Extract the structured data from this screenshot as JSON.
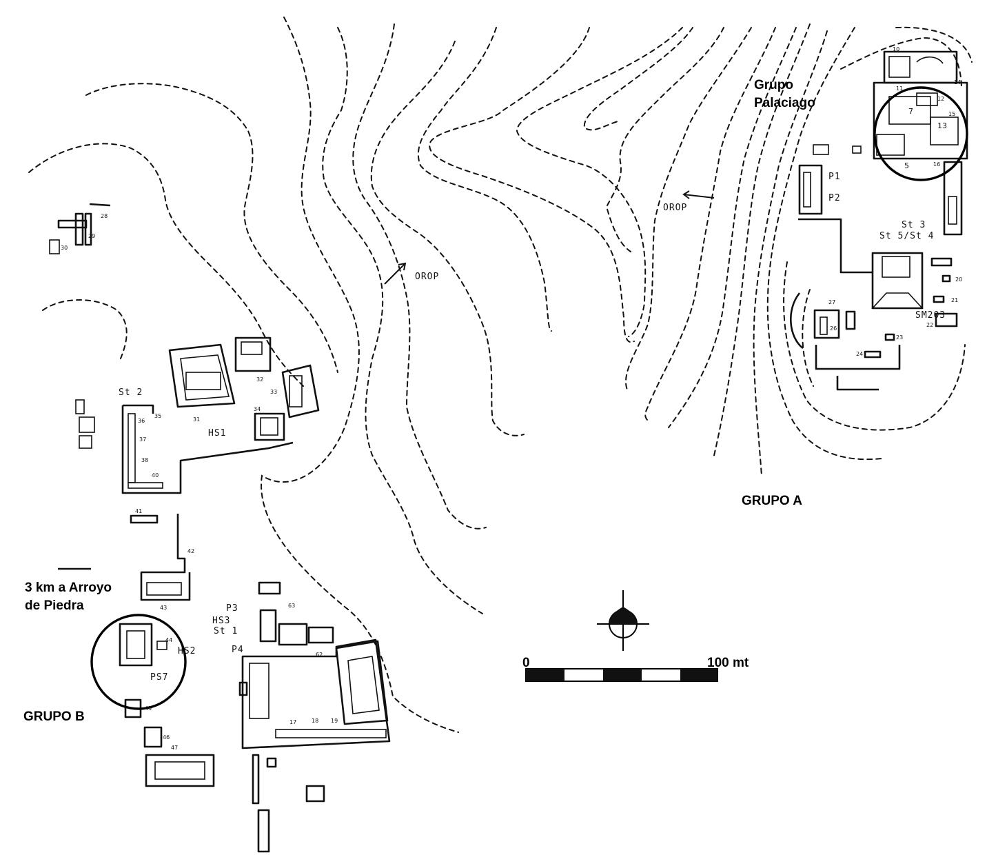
{
  "labels": {
    "grupo_palaciago_1": "Grupo",
    "grupo_palaciago_2": "Palaciago",
    "grupo_a": "GRUPO A",
    "grupo_b": "GRUPO B",
    "arroyo_1": "3 km a Arroyo",
    "arroyo_2": "de Piedra",
    "scale_zero": "0",
    "scale_max": "100 mt",
    "drop_1": "OROP",
    "drop_2": "OROP"
  },
  "monuments": {
    "st2": "St 2",
    "hs1": "HS1",
    "hs2": "HS2",
    "hs3": "HS3",
    "st1": "St 1",
    "p3": "P3",
    "p4": "P4",
    "ps7": "PS7",
    "p1": "P1",
    "p2": "P2",
    "st3": "St 3",
    "st5_st4": "St 5/St 4",
    "sm203": "SM203"
  },
  "structure_numbers": {
    "n5": "5",
    "n7": "7",
    "n13": "13",
    "n26": "26",
    "n27": "27",
    "n28": "28",
    "n29": "29",
    "n30": "30",
    "n31": "31",
    "n32": "32",
    "n33": "33",
    "n34": "34",
    "n35": "35",
    "n36": "36",
    "n37": "37",
    "n38": "38",
    "n40": "40",
    "n41": "41",
    "n42": "42",
    "n43": "43",
    "n44": "44",
    "n45": "45",
    "n46": "46",
    "n47": "47",
    "n17": "17",
    "n18": "18",
    "n19": "19",
    "n20": "20",
    "n21": "21",
    "n22": "22",
    "n23": "23",
    "n24": "24",
    "n62": "62",
    "n63": "63",
    "n10": "10",
    "n14": "14",
    "n16": "16",
    "n15": "15",
    "n12": "12",
    "n11": "11"
  },
  "icons": {
    "north": "north-arrow-icon"
  }
}
